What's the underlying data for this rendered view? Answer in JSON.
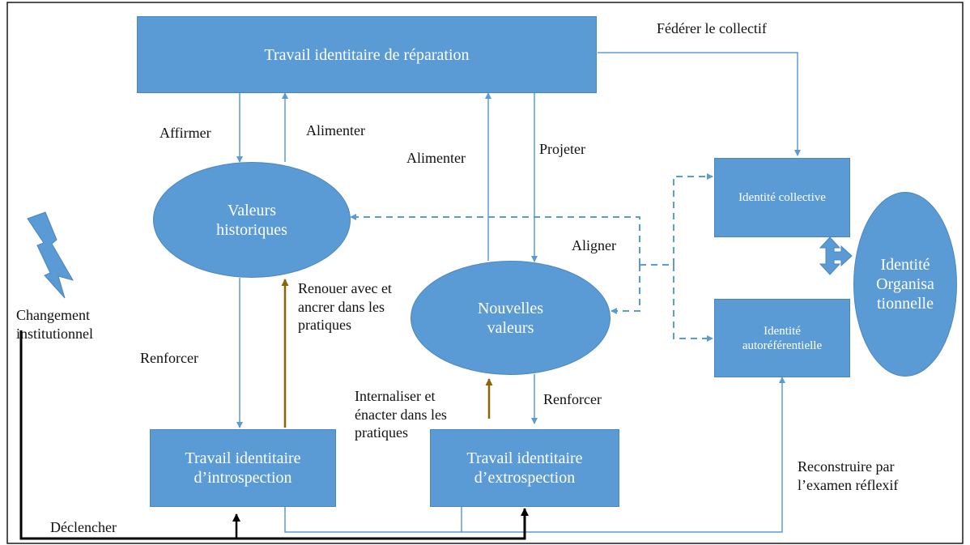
{
  "nodes": {
    "reparation": "Travail identitaire de réparation",
    "valeurs_historiques": "Valeurs\nhistoriques",
    "nouvelles_valeurs": "Nouvelles\nvaleurs",
    "introspection": "Travail identitaire\nd’introspection",
    "extrospection": "Travail identitaire\nd’extrospection",
    "identite_collective": "Identité  collective",
    "identite_autoreferentielle": "Identité\nautoréférentielle",
    "identite_organisationnelle": "Identité\nOrganisa\ntionnelle"
  },
  "labels": {
    "federer": "Fédérer le collectif",
    "affirmer": "Affirmer",
    "alimenter_left": "Alimenter",
    "alimenter_mid": "Alimenter",
    "projeter": "Projeter",
    "aligner": "Aligner",
    "renouer": "Renouer avec et\nancrer dans les\npratiques",
    "renforcer_left": "Renforcer",
    "renforcer_right": "Renforcer",
    "internaliser": "Internaliser et\nénacter dans les\npratiques",
    "changement": "Changement\ninstitutionnel",
    "declencher": "Déclencher",
    "reconstruire": "Reconstruire par\nl’examen réflexif"
  },
  "colors": {
    "node_fill": "#5b9bd5",
    "arrow_blue": "#5b9bd5",
    "arrow_brown": "#8b6508",
    "arrow_black": "#000000",
    "border": "#1a1a1a"
  },
  "icons": {
    "lightning": "lightning-bolt-icon"
  }
}
